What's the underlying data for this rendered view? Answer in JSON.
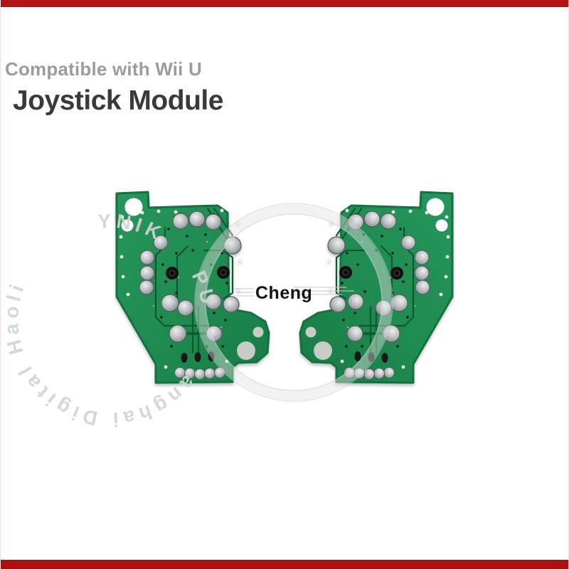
{
  "header": {
    "compatibility": "Compatible with Wii U",
    "title": "Joystick Module"
  },
  "watermark": {
    "center_text": "Cheng",
    "arc_text": "anghai Digital Haoli",
    "bottom_text_1": "YNIK",
    "bottom_text_2": "PU"
  },
  "photo": {
    "left_board": "green joystick module PCB, back side, solder blobs and pin row",
    "right_board": "mirrored green joystick module PCB, back side, solder blobs and pin row"
  },
  "colors": {
    "top-bar": "#b31414",
    "bottom-bar": "#ab1012",
    "side-border": "#f6e2e2",
    "subtitle": "#9c9c9c",
    "title": "#3a3a3a",
    "pcb": "#1e8b50",
    "pcb-edge": "#15713f",
    "trace": "#0a5a30",
    "ring": "#e2e2e2",
    "arc-text": "#d3d3d3",
    "center-text": "#141414"
  }
}
